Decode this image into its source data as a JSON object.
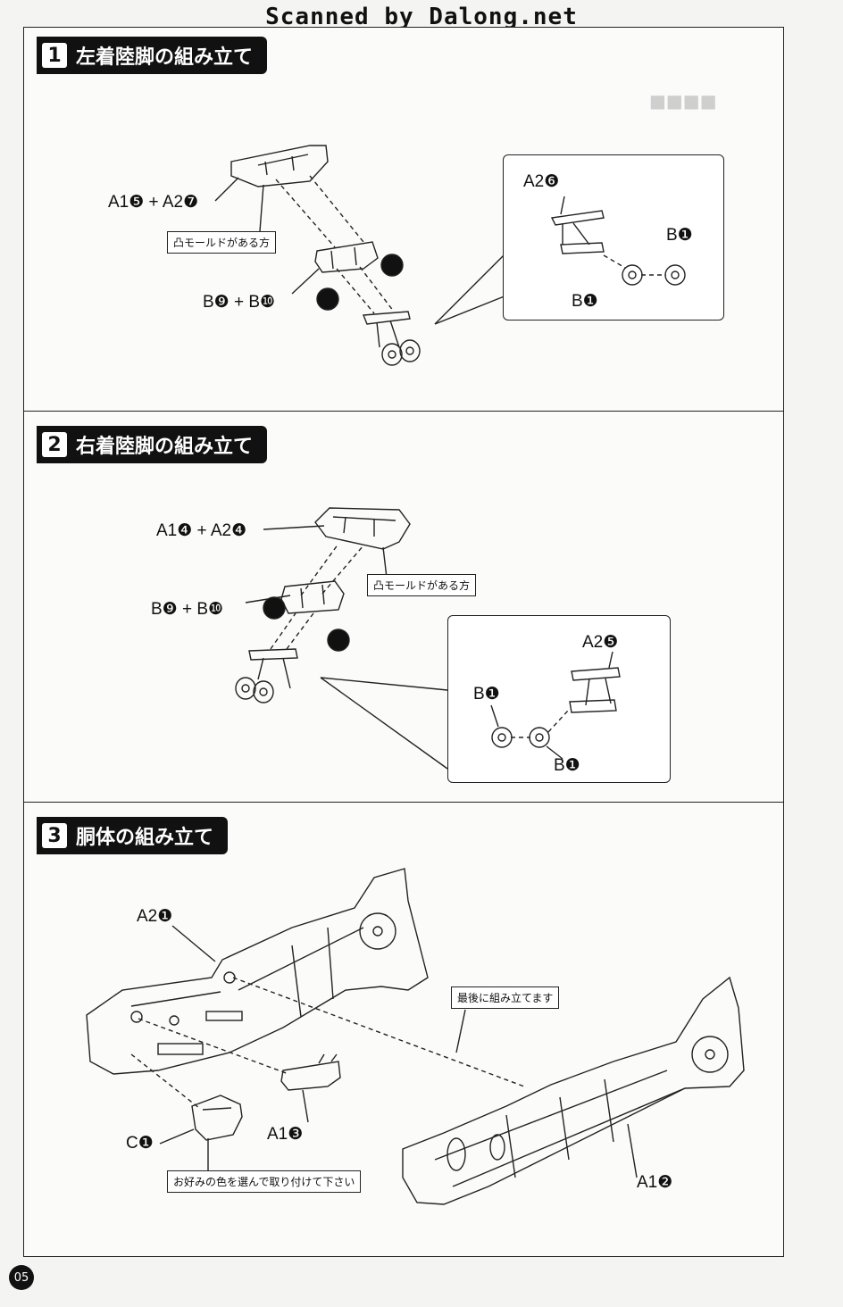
{
  "watermark": "Scanned by Dalong.net",
  "page_number": "05",
  "steps": [
    {
      "number": "1",
      "title": "左着陸脚の組み立て",
      "labels": {
        "part_a": "A1❺ + A2❼",
        "part_b": "B❾ + B❿",
        "note": "凸モールドがある方",
        "detail_a2": "A2❻",
        "detail_b_top": "B❶",
        "detail_b_bottom": "B❶"
      }
    },
    {
      "number": "2",
      "title": "右着陸脚の組み立て",
      "labels": {
        "part_a": "A1❹ + A2❹",
        "part_b": "B❾ + B❿",
        "note": "凸モールドがある方",
        "detail_a2": "A2❺",
        "detail_b_top": "B❶",
        "detail_b_bottom": "B❶"
      }
    },
    {
      "number": "3",
      "title": "胴体の組み立て",
      "labels": {
        "part_a2": "A2❶",
        "part_a1_3": "A1❸",
        "part_c": "C❶",
        "part_a1_2": "A1❷",
        "note_last": "最後に組み立てます",
        "note_color": "お好みの色を選んで取り付けて下さい"
      }
    }
  ]
}
